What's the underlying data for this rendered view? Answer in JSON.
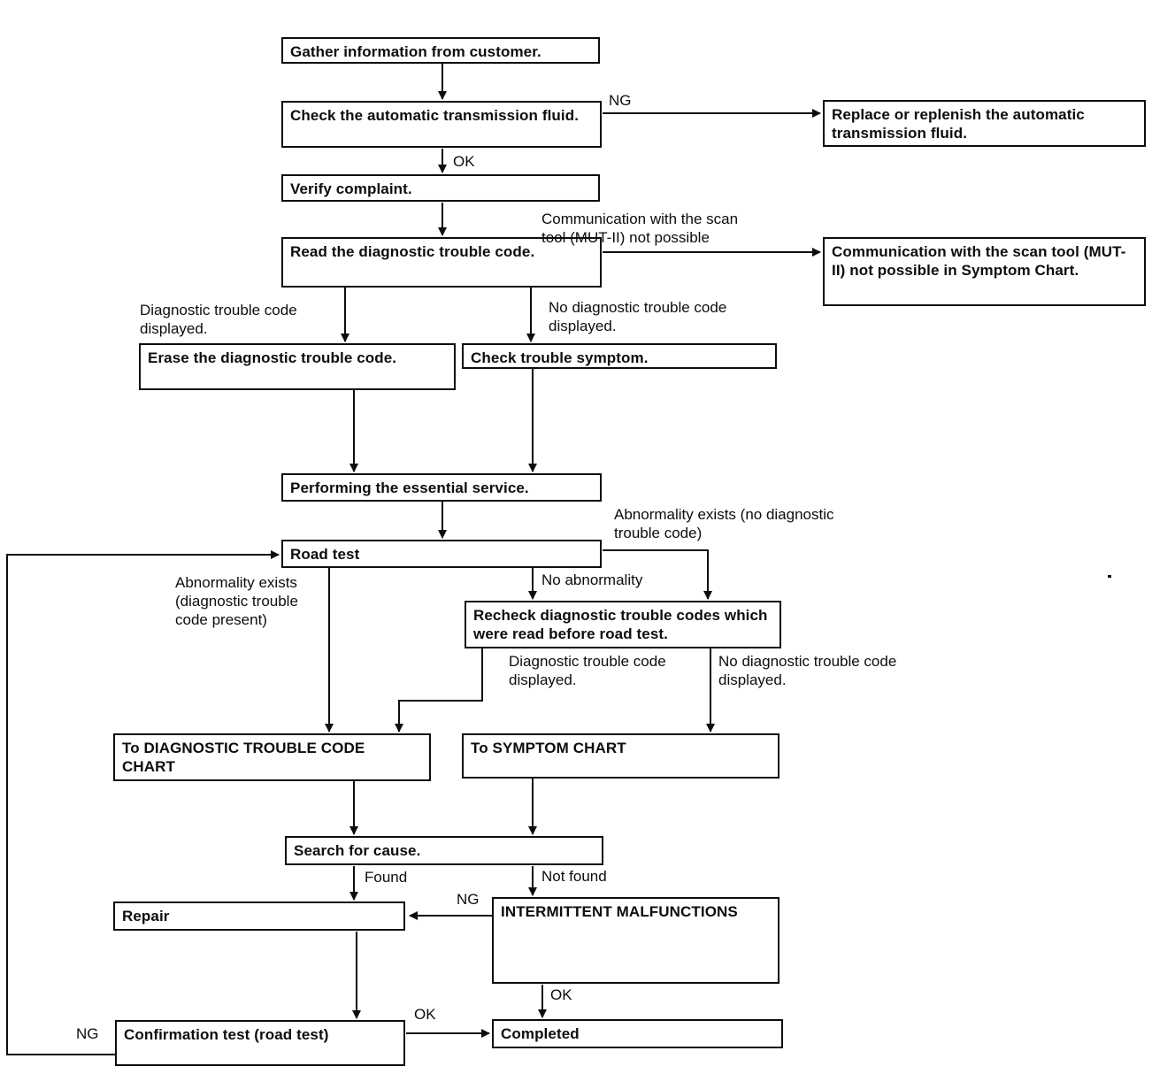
{
  "diagram": {
    "type": "flowchart",
    "subject": "Automatic transmission diagnostic trouble-shooting flow",
    "colors": {
      "background": "#ffffff",
      "line": "#0d0d0d",
      "box_fill": "#ffffff",
      "text": "#0d0d0d"
    },
    "nodes": [
      {
        "id": "gather",
        "label": "Gather information from customer."
      },
      {
        "id": "check-fluid",
        "label": "Check the automatic transmission fluid."
      },
      {
        "id": "replace-fluid",
        "label": "Replace or replenish the automatic transmission fluid."
      },
      {
        "id": "verify-complaint",
        "label": "Verify complaint."
      },
      {
        "id": "read-dtc",
        "label": "Read the diagnostic trouble code."
      },
      {
        "id": "comm-not-possible",
        "label": "Communication with the scan tool (MUT-II) not possible in Symptom Chart."
      },
      {
        "id": "erase-dtc",
        "label": "Erase the diagnostic trouble code."
      },
      {
        "id": "check-symptom",
        "label": "Check trouble symptom."
      },
      {
        "id": "essential-service",
        "label": "Performing the essential service."
      },
      {
        "id": "road-test",
        "label": "Road test"
      },
      {
        "id": "recheck-dtc",
        "label": "Recheck diagnostic trouble codes which were read before road test."
      },
      {
        "id": "dtc-chart",
        "label": "To DIAGNOSTIC TROUBLE CODE CHART"
      },
      {
        "id": "symptom-chart",
        "label": "To SYMPTOM CHART"
      },
      {
        "id": "search-cause",
        "label": "Search for cause."
      },
      {
        "id": "repair",
        "label": "Repair"
      },
      {
        "id": "intermittent",
        "label": "INTERMITTENT MALFUNCTIONS"
      },
      {
        "id": "confirmation-test",
        "label": "Confirmation test (road test)"
      },
      {
        "id": "completed",
        "label": "Completed"
      }
    ],
    "edge_labels": [
      {
        "id": "ng-fluid",
        "text": "NG"
      },
      {
        "id": "ok-fluid",
        "text": "OK"
      },
      {
        "id": "comm-branch",
        "text": "Communication with the scan\ntool (MUT-II) not possible"
      },
      {
        "id": "dtc-displayed-1",
        "text": "Diagnostic trouble code\ndisplayed."
      },
      {
        "id": "no-dtc-displayed-1",
        "text": "No diagnostic trouble code\ndisplayed."
      },
      {
        "id": "abnormality-no-dtc",
        "text": "Abnormality exists (no diagnostic\ntrouble code)"
      },
      {
        "id": "no-abnormality",
        "text": "No abnormality"
      },
      {
        "id": "abnormality-dtc-present",
        "text": "Abnormality exists\n(diagnostic trouble\ncode present)"
      },
      {
        "id": "dtc-displayed-2",
        "text": "Diagnostic trouble code\ndisplayed."
      },
      {
        "id": "no-dtc-displayed-2",
        "text": "No diagnostic trouble code\ndisplayed."
      },
      {
        "id": "found",
        "text": "Found"
      },
      {
        "id": "not-found",
        "text": "Not found"
      },
      {
        "id": "ng-intermittent",
        "text": "NG"
      },
      {
        "id": "ok-intermittent",
        "text": "OK"
      },
      {
        "id": "ok-confirmation",
        "text": "OK"
      },
      {
        "id": "ng-confirmation",
        "text": "NG"
      }
    ]
  }
}
